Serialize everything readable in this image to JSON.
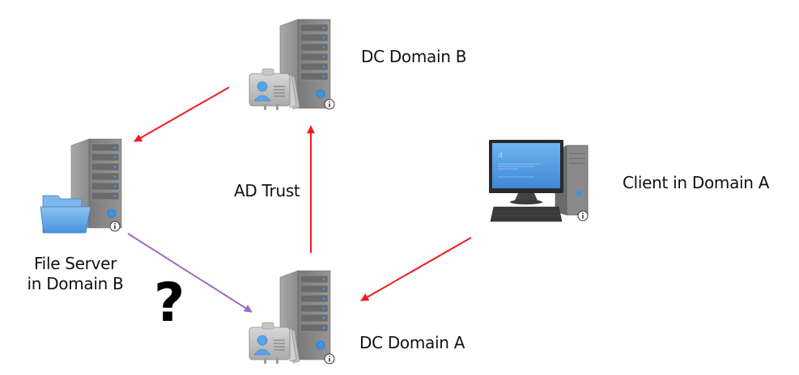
{
  "colors": {
    "trust_arrow": "#ee1c24",
    "query_arrow": "#9b6bc2",
    "server_body": "#8d8d8d",
    "led": "#3a93e8",
    "folder": "#5aa3e8",
    "screen": "#4f9be0"
  },
  "nodes": [
    {
      "id": "dc-b",
      "icon": "domain-controller-server-icon",
      "label": "DC Domain B"
    },
    {
      "id": "file-server",
      "icon": "file-server-icon",
      "label_lines": [
        "File Server",
        "in Domain B"
      ]
    },
    {
      "id": "client",
      "icon": "desktop-computer-icon",
      "label": "Client in Domain A"
    },
    {
      "id": "dc-a",
      "icon": "domain-controller-server-icon",
      "label": "DC Domain A"
    }
  ],
  "edges": [
    {
      "from": "dc-b",
      "to": "file-server",
      "style": "trust_arrow"
    },
    {
      "from": "dc-a",
      "to": "dc-b",
      "style": "trust_arrow",
      "label": "AD Trust"
    },
    {
      "from": "client",
      "to": "dc-a",
      "style": "trust_arrow"
    },
    {
      "from": "file-server",
      "to": "dc-a",
      "style": "query_arrow"
    }
  ],
  "annotations": {
    "question_mark": "?"
  },
  "info_badge": "i"
}
